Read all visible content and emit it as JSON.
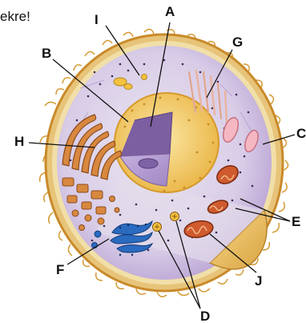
{
  "corner_text": "ekre!",
  "labels": {
    "A": "A",
    "B": "B",
    "C": "C",
    "D": "D",
    "E": "E",
    "F": "F",
    "G": "G",
    "H": "H",
    "I": "I",
    "J": "J"
  },
  "colors": {
    "cell_border": "#d8a23a",
    "cytoplasm": "#cdb8e0",
    "cytoplasm_light": "#ece7f2",
    "nucleus_outer": "#f2c55a",
    "nucleus_inner": "#b99fd2",
    "nucleolus": "#7e62a6",
    "golgi": "#c9783a",
    "mitochondria": "#cf5a2e",
    "er_blue": "#2a6bc0",
    "vacuole": "#f5b8c2",
    "label": "#111111"
  }
}
